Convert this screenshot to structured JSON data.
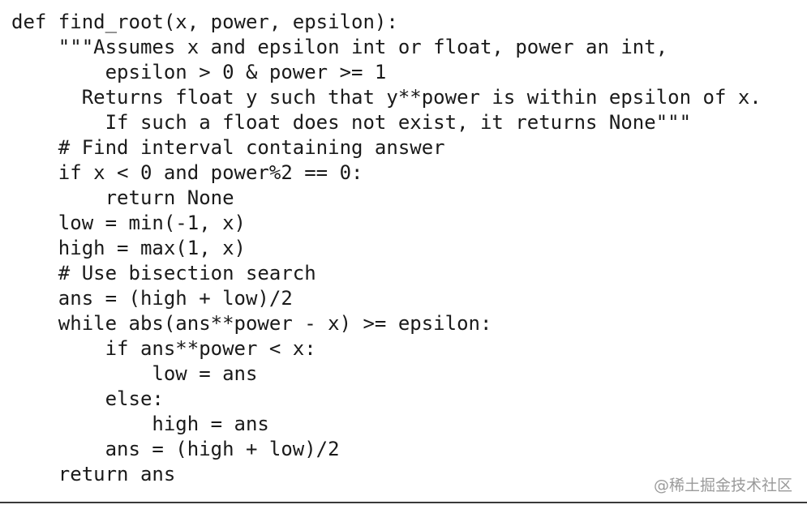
{
  "code": {
    "lines": [
      "def find_root(x, power, epsilon):",
      "    \"\"\"Assumes x and epsilon int or float, power an int,",
      "        epsilon > 0 & power >= 1",
      "      Returns float y such that y**power is within epsilon of x.",
      "        If such a float does not exist, it returns None\"\"\"",
      "    # Find interval containing answer",
      "    if x < 0 and power%2 == 0:",
      "        return None",
      "    low = min(-1, x)",
      "    high = max(1, x)",
      "    # Use bisection search",
      "    ans = (high + low)/2",
      "    while abs(ans**power - x) >= epsilon:",
      "        if ans**power < x:",
      "            low = ans",
      "        else:",
      "            high = ans",
      "        ans = (high + low)/2",
      "    return ans"
    ]
  },
  "watermark": {
    "text": "@稀土掘金技术社区"
  },
  "colors": {
    "text": "#1a1a1a",
    "background": "#ffffff",
    "watermark": "#9a9a9a",
    "rule": "#3a3a3a"
  }
}
